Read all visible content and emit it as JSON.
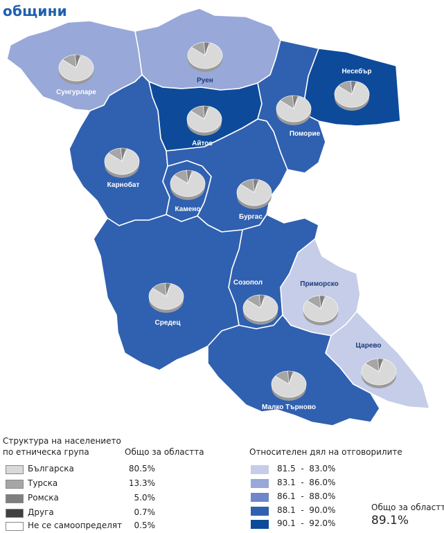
{
  "header": "общини",
  "colors": {
    "c1": "#c5cde8",
    "c2": "#98a8d8",
    "c3": "#6f86c8",
    "c4": "#3060b0",
    "c5": "#0d4a9a",
    "bulgarian": "#d9d9d9",
    "turkish": "#a6a6a6",
    "roma": "#7f7f7f",
    "other": "#404040",
    "undetermined": "#ffffff"
  },
  "municipalities": [
    {
      "key": "sungurlare",
      "name": "Сунгурларе",
      "fill": "c2"
    },
    {
      "key": "ruen",
      "name": "Руен",
      "fill": "c2"
    },
    {
      "key": "nesebar",
      "name": "Несебър",
      "fill": "c5"
    },
    {
      "key": "aytos",
      "name": "Айтос",
      "fill": "c5"
    },
    {
      "key": "pomorie",
      "name": "Поморие",
      "fill": "c4"
    },
    {
      "key": "karnobat",
      "name": "Карнобат",
      "fill": "c4"
    },
    {
      "key": "kameno",
      "name": "Камено",
      "fill": "c4"
    },
    {
      "key": "burgas",
      "name": "Бургас",
      "fill": "c4"
    },
    {
      "key": "sozopol",
      "name": "Созопол",
      "fill": "c4"
    },
    {
      "key": "primorsko",
      "name": "Приморско",
      "fill": "c1"
    },
    {
      "key": "sredets",
      "name": "Средец",
      "fill": "c4"
    },
    {
      "key": "tsarevo",
      "name": "Царево",
      "fill": "c1"
    },
    {
      "key": "malko",
      "name": "Малко Търново",
      "fill": "c4"
    }
  ],
  "ethnic_legend": {
    "title_line1": "Структура на населението",
    "title_line2": "по етническа група",
    "total_title": "Общо за областта",
    "items": [
      {
        "label": "Българска",
        "value": "80.5%",
        "color": "bulgarian"
      },
      {
        "label": "Турска",
        "value": "13.3%",
        "color": "turkish"
      },
      {
        "label": "Ромска",
        "value": "5.0%",
        "color": "roma"
      },
      {
        "label": "Друга",
        "value": "0.7%",
        "color": "other"
      },
      {
        "label": "Не се самоопределят",
        "value": "0.5%",
        "color": "undetermined"
      }
    ]
  },
  "response_legend": {
    "title": "Относителен дял на отговорилите",
    "ranges": [
      {
        "label": "81.5  -  83.0%",
        "color": "c1"
      },
      {
        "label": "83.1  -  86.0%",
        "color": "c2"
      },
      {
        "label": "86.1  -  88.0%",
        "color": "c3"
      },
      {
        "label": "88.1  -  90.0%",
        "color": "c4"
      },
      {
        "label": "90.1  -  92.0%",
        "color": "c5"
      }
    ],
    "total_label": "Общо за областта",
    "total_value": "89.1%"
  }
}
